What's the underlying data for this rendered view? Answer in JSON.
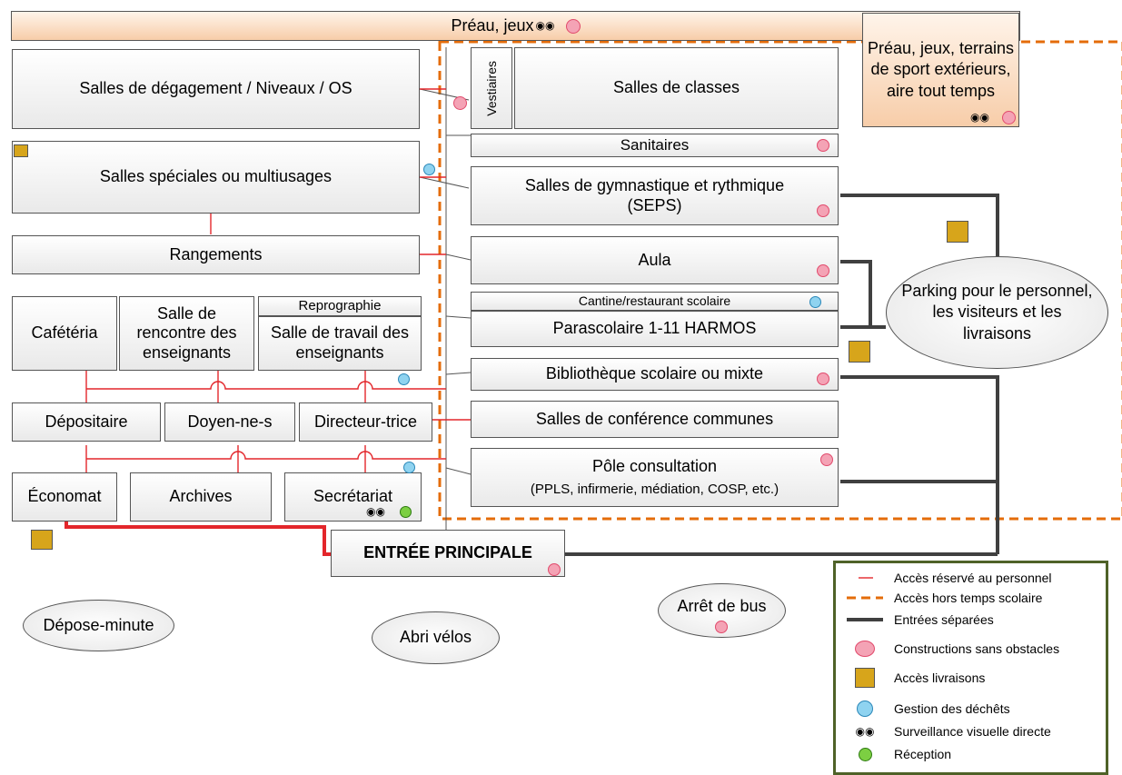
{
  "top_bar": {
    "label": "Préau, jeux"
  },
  "outdoor_box": {
    "label": "Préau, jeux, terrains de sport extérieurs, aire tout temps"
  },
  "left_column": {
    "salles_degagement": "Salles de dégagement / Niveaux / OS",
    "salles_speciales": "Salles spéciales ou multiusages",
    "rangements": "Rangements",
    "cafeteria": "Cafétéria",
    "salle_rencontre": "Salle de rencontre des enseignants",
    "reprographie": "Reprographie",
    "salle_travail": "Salle de travail des enseignants",
    "depositaire": "Dépositaire",
    "doyen": "Doyen-ne-s",
    "directeur": "Directeur-trice",
    "economat": "Économat",
    "archives": "Archives",
    "secretariat": "Secrétariat"
  },
  "right_column": {
    "vestiaires": "Vestiaires",
    "salles_classes": "Salles de classes",
    "sanitaires": "Sanitaires",
    "salles_gym": "Salles de gymnastique et rythmique (SEPS)",
    "aula": "Aula",
    "cantine": "Cantine/restaurant scolaire",
    "parascolaire": "Parascolaire 1-11 HARMOS",
    "bibliotheque": "Bibliothèque scolaire ou mixte",
    "conference": "Salles de conférence communes",
    "pole_title": "Pôle consultation",
    "pole_sub": "(PPLS, infirmerie, médiation, COSP, etc.)"
  },
  "entrance": {
    "label": "ENTRÉE PRINCIPALE"
  },
  "ovals": {
    "parking": "Parking pour le personnel, les visiteurs et les livraisons",
    "depose": "Dépose-minute",
    "abri": "Abri vélos",
    "bus": "Arrêt de bus"
  },
  "legend": {
    "items": [
      "Accès réservé au personnel",
      "Accès hors temps scolaire",
      "Entrées séparées",
      "Constructions sans obstacles",
      "Accès livraisons",
      "Gestion des déchêts",
      "Surveillance visuelle directe",
      "Réception"
    ]
  },
  "colors": {
    "staff_line": "#e3262b",
    "after_hours": "#e46c0a",
    "separate": "#404040",
    "legend_border": "#4f6228",
    "orange_fill": "#f7cda9"
  }
}
